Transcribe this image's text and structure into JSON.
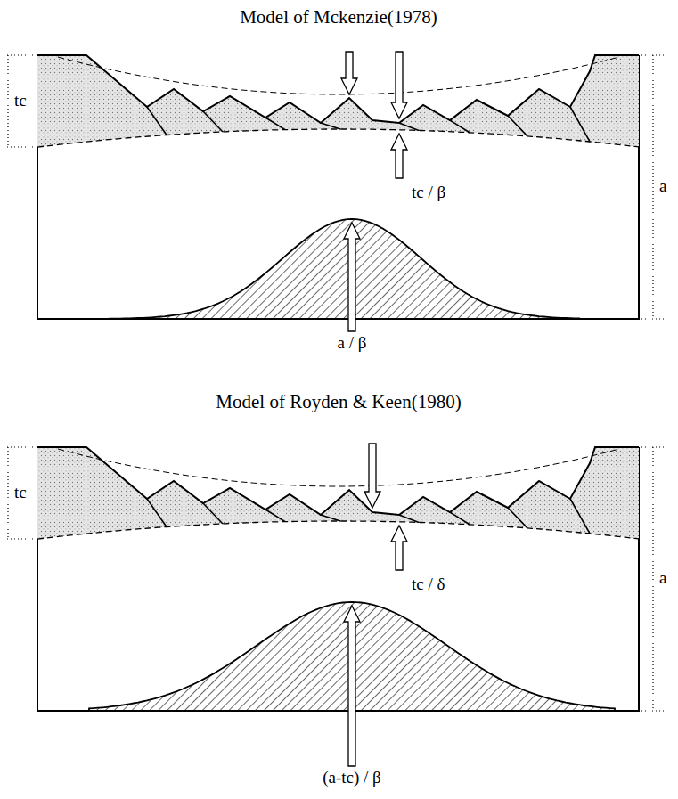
{
  "diagram": {
    "labels": [
      "Model of Mckenzie(1978)",
      "tc",
      "a",
      "tc / β",
      "a / β",
      "Model of Royden & Keen(1980)",
      "tc",
      "a",
      "tc / δ",
      "(a-tc) / β"
    ]
  }
}
